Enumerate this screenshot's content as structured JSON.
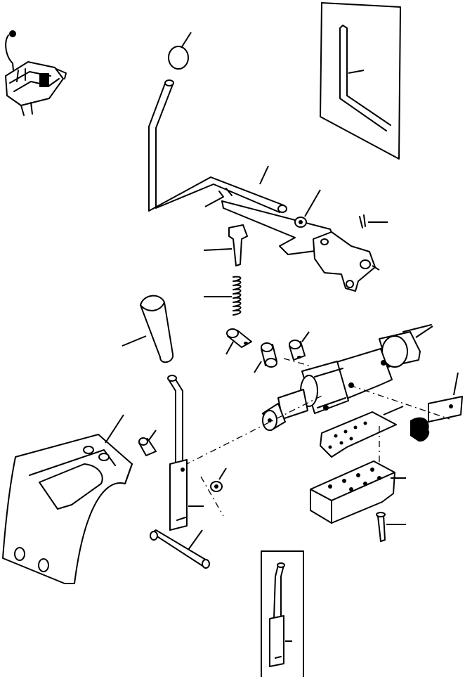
{
  "diagram": {
    "background": "#ffffff",
    "ink": "#000000",
    "parts": [
      "switch-assembly",
      "shift-knob",
      "shift-lever",
      "lever-detail-inset",
      "pivot-plate",
      "nut",
      "cotter-pin",
      "plunger",
      "spring",
      "handle-grip",
      "shift-shaft",
      "bushing",
      "hydraulic-cylinder",
      "gasket",
      "valve-block",
      "bolt",
      "spring-clip",
      "cover-panel",
      "pin",
      "washer",
      "lower-lever",
      "rod",
      "lower-lever-inset"
    ]
  }
}
